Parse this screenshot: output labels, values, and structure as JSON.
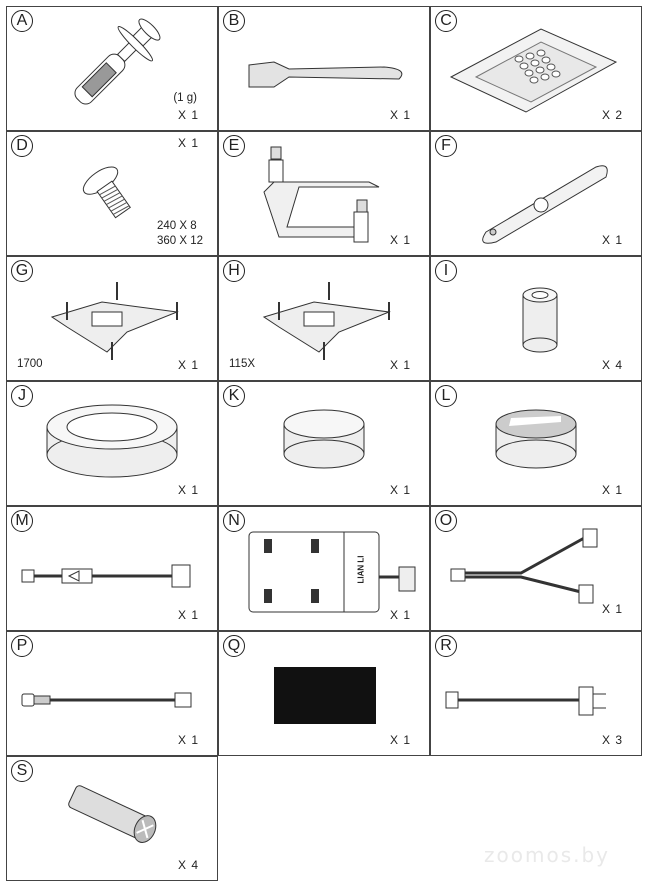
{
  "items": [
    {
      "letter": "A",
      "qty": "X 1",
      "note": "(1 g)",
      "icon": "thermal-paste-syringe"
    },
    {
      "letter": "B",
      "qty": "X 1",
      "icon": "spatula"
    },
    {
      "letter": "C",
      "qty": "X 2",
      "icon": "thermal-pad-sheet"
    },
    {
      "letter": "D",
      "qty": "X 1",
      "note": "240 X 8\n360 X 12",
      "icon": "screw"
    },
    {
      "letter": "E",
      "qty": "X 1",
      "icon": "mounting-bracket"
    },
    {
      "letter": "F",
      "qty": "X 1",
      "icon": "wrench-tool"
    },
    {
      "letter": "G",
      "qty": "X 1",
      "note": "1700",
      "icon": "backplate-1700"
    },
    {
      "letter": "H",
      "qty": "X 1",
      "note": "115X",
      "icon": "backplate-115x"
    },
    {
      "letter": "I",
      "qty": "X 4",
      "icon": "spacer"
    },
    {
      "letter": "J",
      "qty": "X 1",
      "icon": "ring"
    },
    {
      "letter": "K",
      "qty": "X 1",
      "icon": "cap"
    },
    {
      "letter": "L",
      "qty": "X 1",
      "icon": "cap-striped"
    },
    {
      "letter": "M",
      "qty": "X 1",
      "icon": "cable-connector"
    },
    {
      "letter": "N",
      "qty": "X 1",
      "icon": "controller-hub"
    },
    {
      "letter": "O",
      "qty": "X 1",
      "icon": "y-splitter-cable"
    },
    {
      "letter": "P",
      "qty": "X 1",
      "icon": "usb-cable"
    },
    {
      "letter": "Q",
      "qty": "X 1",
      "icon": "black-pad"
    },
    {
      "letter": "R",
      "qty": "X 3",
      "icon": "fan-cable"
    },
    {
      "letter": "S",
      "qty": "X 4",
      "icon": "standoff-screw"
    }
  ],
  "hub_label": "LIAN LI",
  "watermark": "zoomos.by"
}
